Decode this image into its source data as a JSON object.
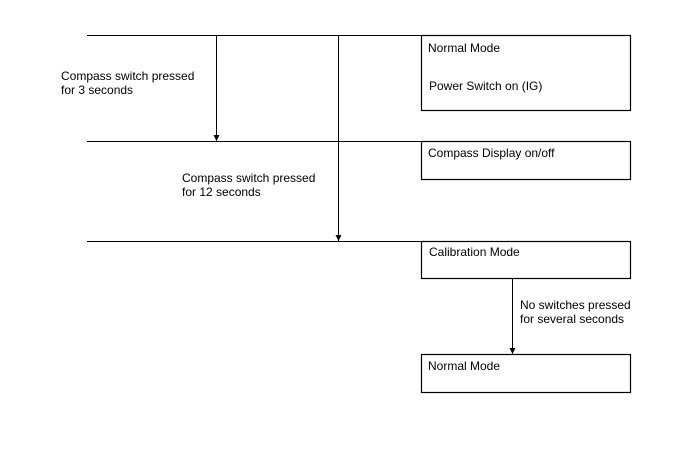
{
  "diagram": {
    "states": {
      "normal_top": {
        "title": "Normal Mode",
        "detail": "Power Switch on (IG)"
      },
      "compass_display": {
        "title": "Compass Display on/off"
      },
      "calibration": {
        "title": "Calibration Mode"
      },
      "normal_bottom": {
        "title": "Normal Mode"
      }
    },
    "transitions": {
      "press_3s": {
        "line1": "Compass switch pressed",
        "line2": "for 3 seconds"
      },
      "press_12s": {
        "line1": "Compass switch pressed",
        "line2": "for 12 seconds"
      },
      "no_press": {
        "line1": "No switches pressed",
        "line2": "for several seconds"
      }
    }
  }
}
